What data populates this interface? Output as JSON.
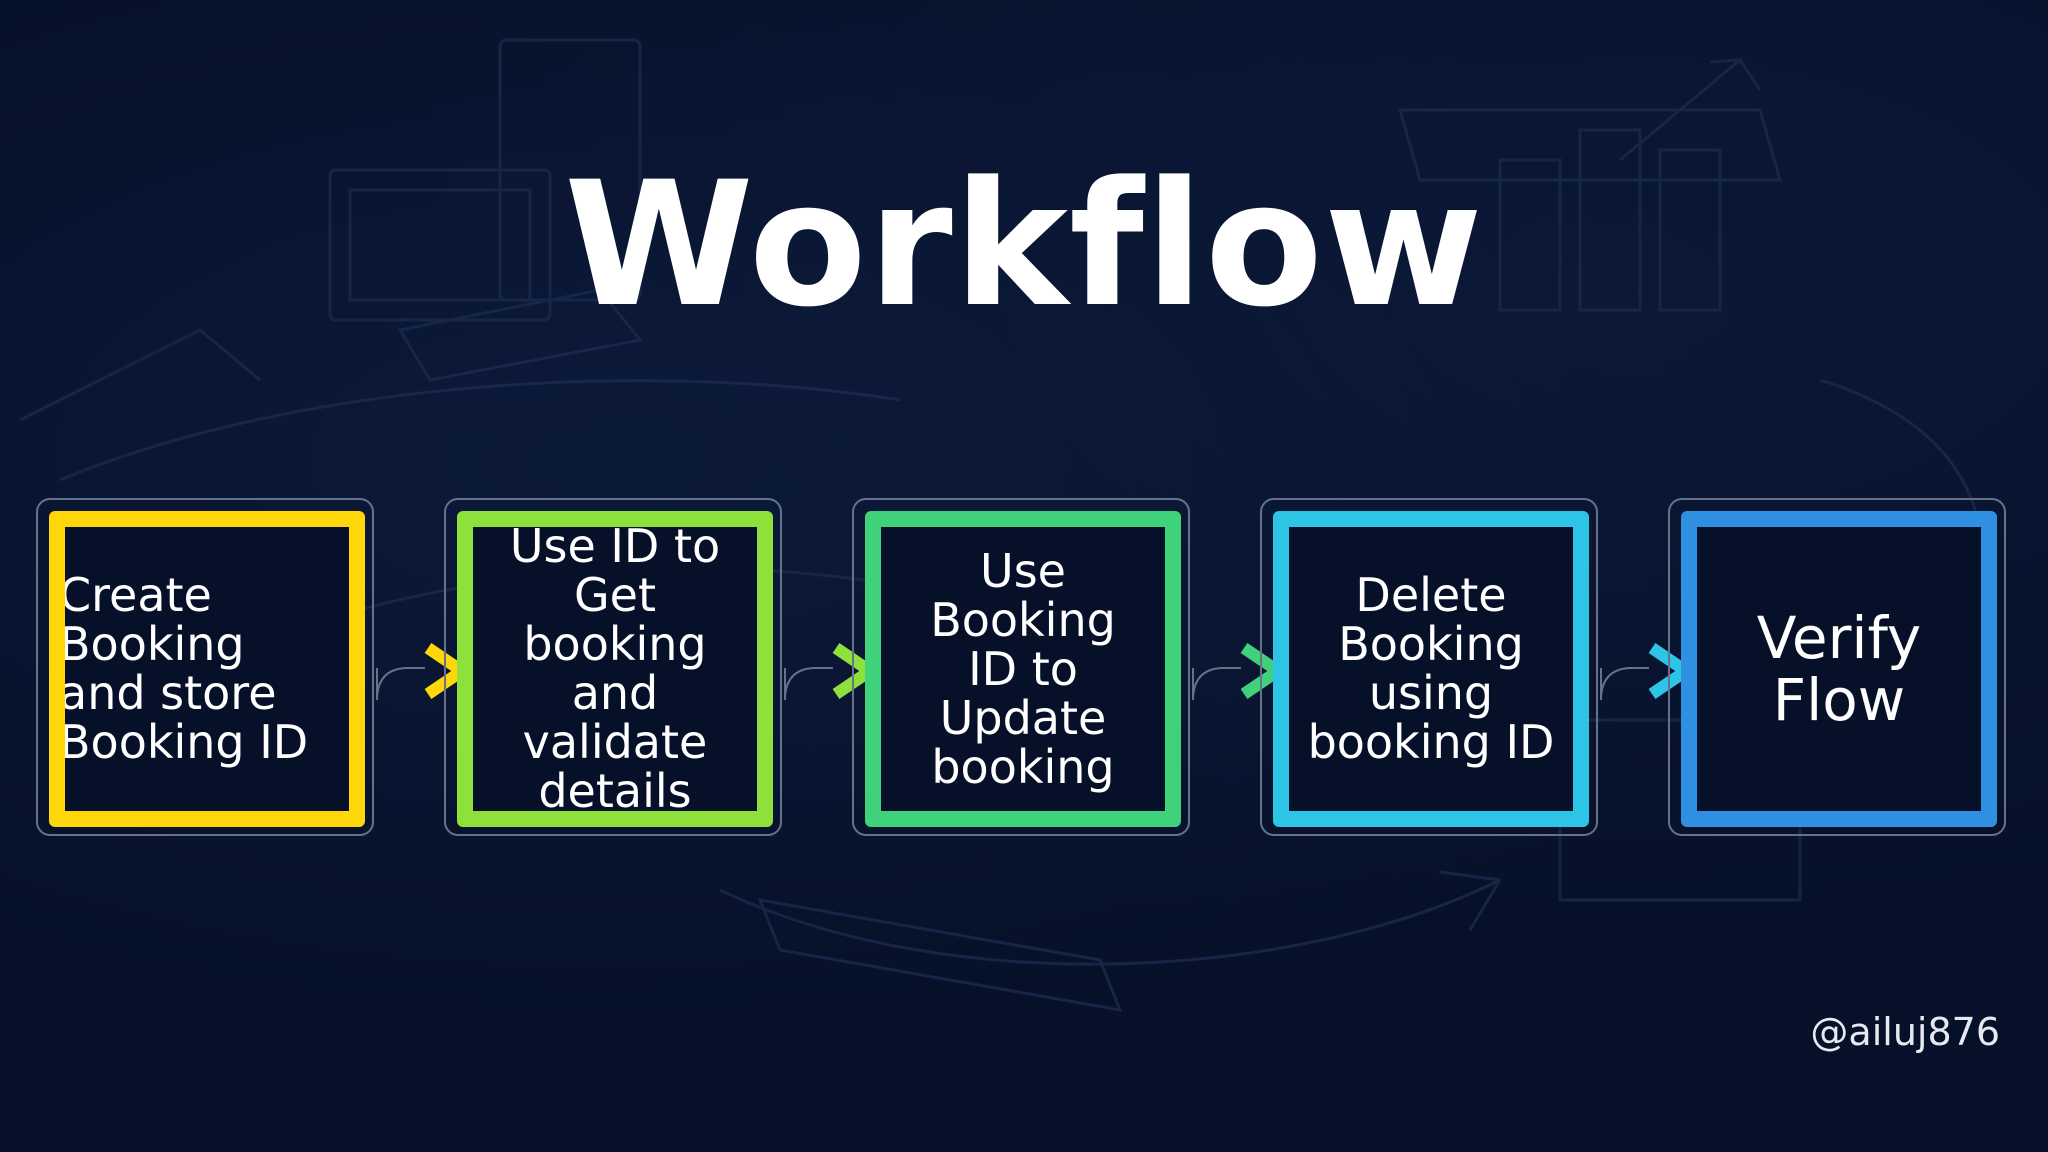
{
  "title": "Workflow",
  "handle": "@ailuj876",
  "colors": {
    "background": "#061028",
    "frame": "#66728c",
    "step1": "#ffd60a",
    "step2": "#8ee03a",
    "step3": "#3fd27a",
    "step4": "#2ec4e6",
    "step5": "#2f8fe0"
  },
  "steps": [
    {
      "label": "Create\nBooking\nand store\nBooking ID"
    },
    {
      "label": "Use ID to\nGet\nbooking\nand\nvalidate\ndetails"
    },
    {
      "label": "Use\nBooking\nID to\nUpdate\nbooking"
    },
    {
      "label": "Delete\nBooking\nusing\nbooking ID"
    },
    {
      "label": "Verify\nFlow"
    }
  ]
}
